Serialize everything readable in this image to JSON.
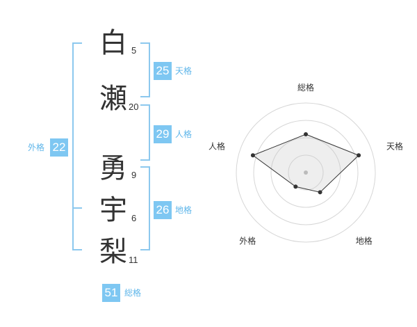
{
  "name_chars": [
    {
      "char": "白",
      "strokes": "5"
    },
    {
      "char": "瀬",
      "strokes": "20"
    },
    {
      "char": "勇",
      "strokes": "9"
    },
    {
      "char": "宇",
      "strokes": "6"
    },
    {
      "char": "梨",
      "strokes": "11"
    }
  ],
  "fortunes": {
    "tenkaku": {
      "value": "25",
      "label": "天格"
    },
    "jinkaku": {
      "value": "29",
      "label": "人格"
    },
    "chikaku": {
      "value": "26",
      "label": "地格"
    },
    "gaikaku": {
      "value": "22",
      "label": "外格"
    },
    "soukaku": {
      "value": "51",
      "label": "総格"
    }
  },
  "colors": {
    "accent": "#7ec7f2",
    "bracket": "#8cc8ee",
    "label": "#5fb6ea"
  },
  "chart_data": {
    "type": "radar",
    "axes": [
      "総格",
      "天格",
      "地格",
      "外格",
      "人格"
    ],
    "levels": 4,
    "values": [
      0.55,
      0.8,
      0.35,
      0.25,
      0.8
    ]
  }
}
